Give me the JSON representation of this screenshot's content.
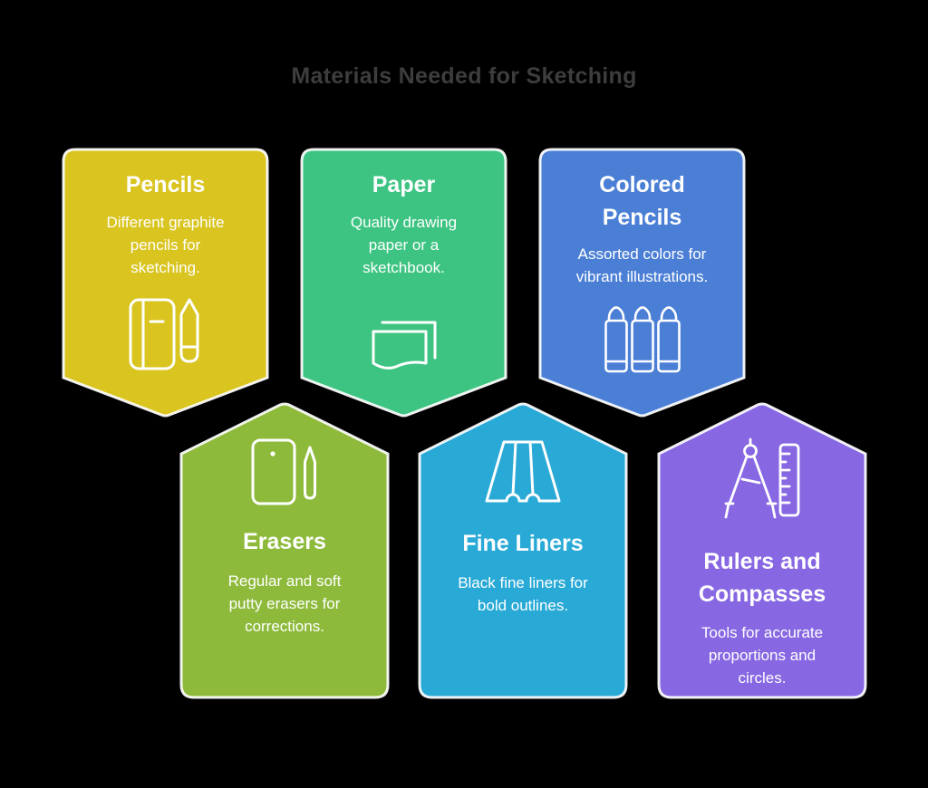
{
  "page": {
    "title": "Materials Needed for Sketching",
    "title_color": "#3d3d3d",
    "background_color": "#000000",
    "card_text_color": "#ffffff",
    "card_outline_color": "#ffffff"
  },
  "cards": [
    {
      "id": "pencils",
      "title": "Pencils",
      "description": "Different graphite\npencils for\nsketching.",
      "color": "#d9c420",
      "icon": "notebook-pencil-icon"
    },
    {
      "id": "paper",
      "title": "Paper",
      "description": "Quality drawing\npaper or a\nsketchbook.",
      "color": "#3ec482",
      "icon": "paper-sheets-icon"
    },
    {
      "id": "colored-pencils",
      "title": "Colored\nPencils",
      "description": "Assorted colors for\nvibrant illustrations.",
      "color": "#4b7fd6",
      "icon": "crayons-icon"
    },
    {
      "id": "erasers",
      "title": "Erasers",
      "description": "Regular and soft\nputty erasers for\ncorrections.",
      "color": "#8eba3c",
      "icon": "erasers-icon"
    },
    {
      "id": "fine-liners",
      "title": "Fine Liners",
      "description": "Black fine liners for\nbold outlines.",
      "color": "#29a9d6",
      "icon": "fine-liner-tips-icon"
    },
    {
      "id": "rulers-compasses",
      "title": "Rulers and\nCompasses",
      "description": "Tools for accurate\nproportions and\ncircles.",
      "color": "#8767e2",
      "icon": "compass-ruler-icon"
    }
  ]
}
